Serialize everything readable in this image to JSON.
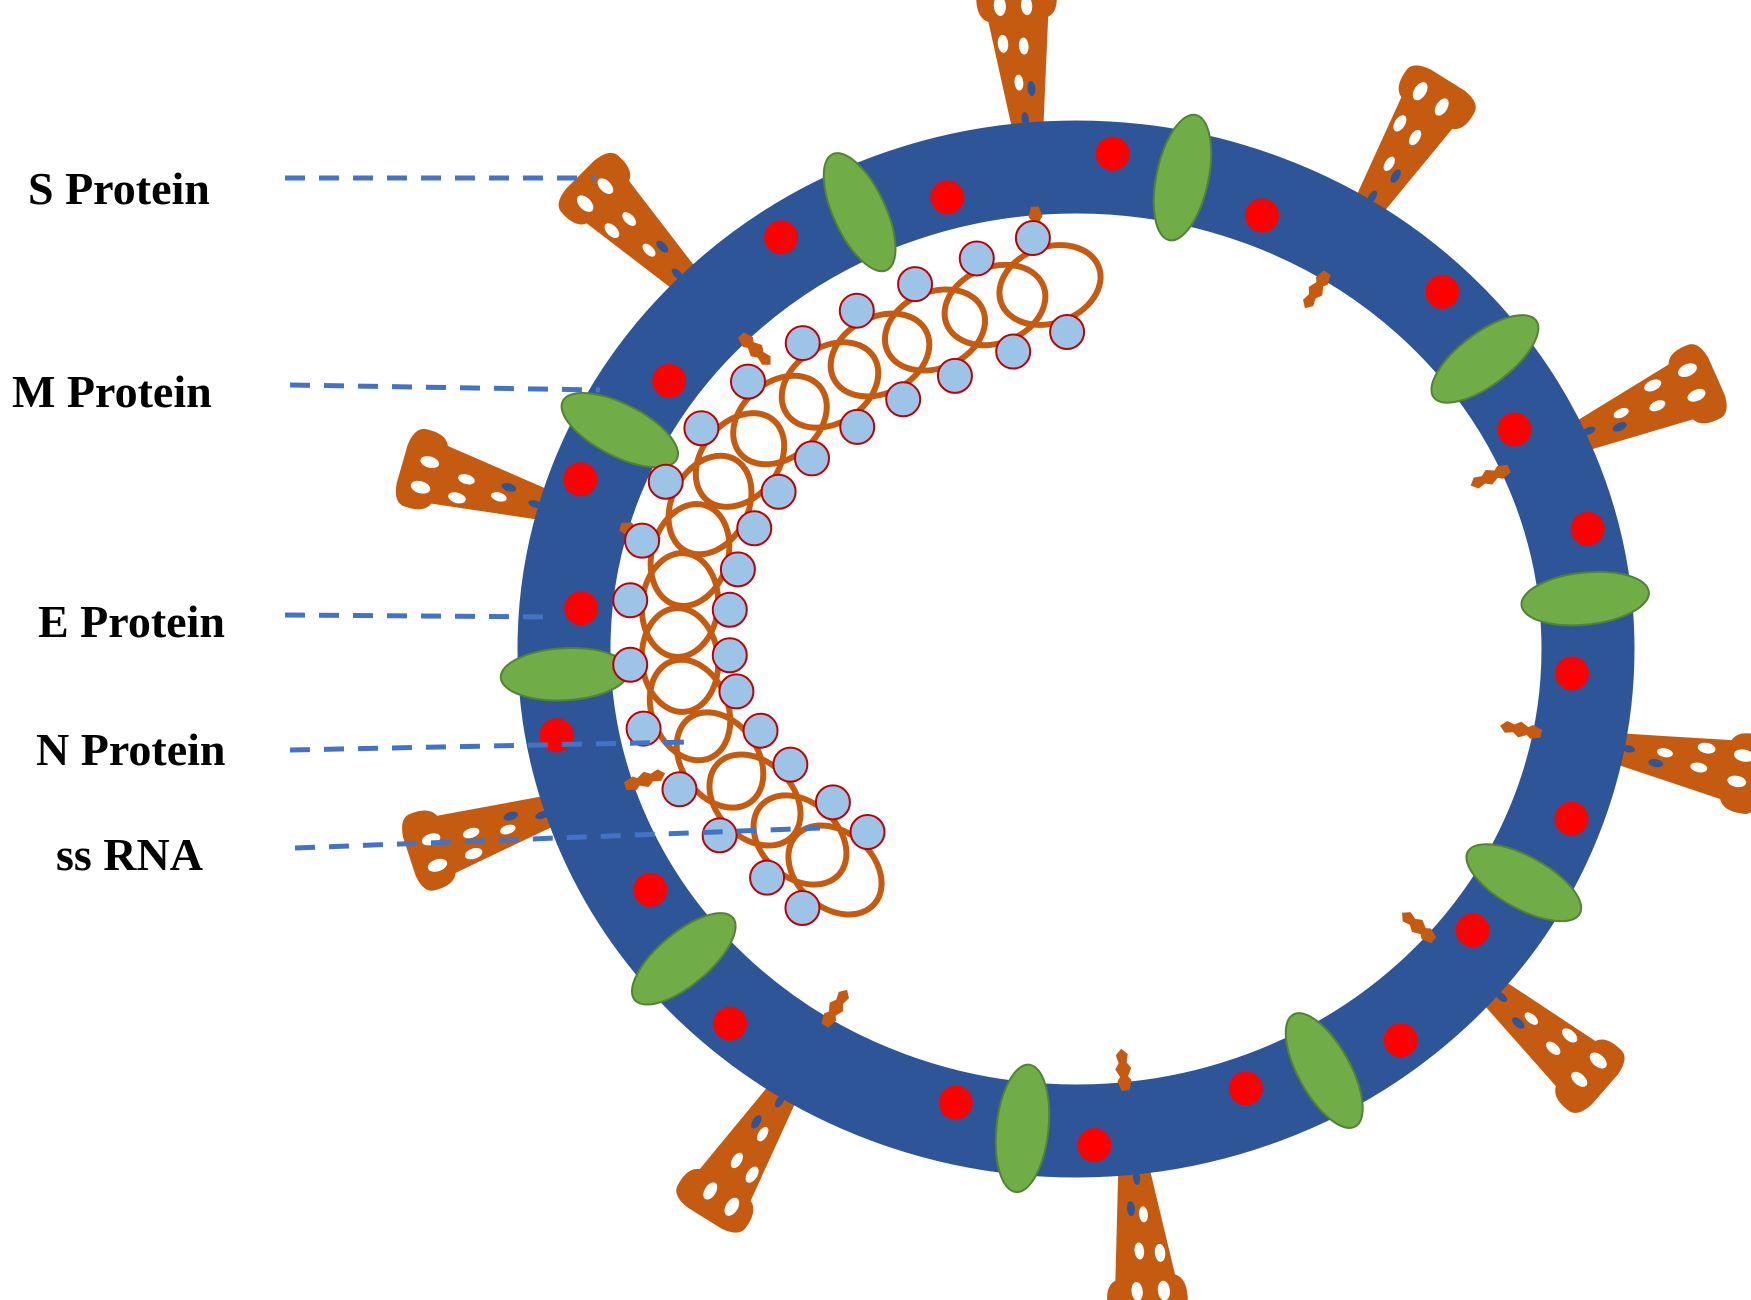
{
  "title": "Coronavirus structure diagram",
  "colors": {
    "envelope": "#2e5597",
    "spike": "#c55a11",
    "m_protein_fill": "#70ad47",
    "m_protein_stroke": "#548235",
    "e_protein": "#ff0000",
    "n_protein_fill": "#9dc3e6",
    "n_protein_stroke": "#c00000",
    "rna": "#c55a11",
    "leader_line": "#4472c4",
    "background": "#ffffff",
    "label_text": "#000000"
  },
  "labels": [
    {
      "id": "s-protein",
      "text": "S Protein"
    },
    {
      "id": "m-protein",
      "text": "M Protein"
    },
    {
      "id": "e-protein",
      "text": "E Protein"
    },
    {
      "id": "n-protein",
      "text": "N Protein"
    },
    {
      "id": "ss-rna",
      "text": "ss RNA"
    }
  ],
  "components": {
    "spike_count": 10,
    "m_protein_count": 10,
    "e_protein_count": 20,
    "rna_loop_count": 17
  }
}
